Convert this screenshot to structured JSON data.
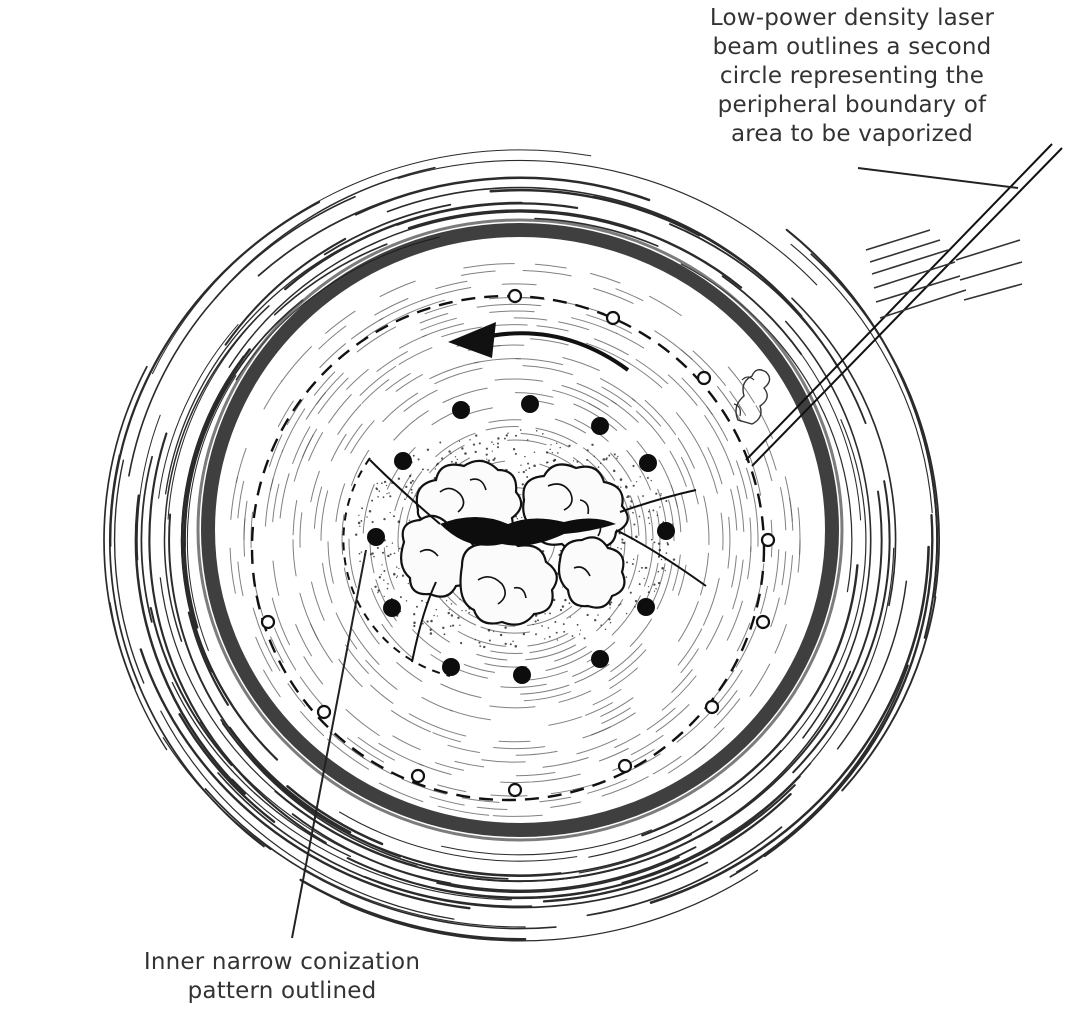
{
  "callouts": {
    "laser_boundary": {
      "lines": [
        "Low-power density laser",
        "beam outlines a second",
        "circle representing the",
        "peripheral boundary of",
        "area to be vaporized"
      ]
    },
    "inner_conization": {
      "lines": [
        "Inner narrow conization",
        "pattern outlined"
      ]
    }
  },
  "colors": {
    "ink": "#1a1a1a",
    "hatch": "#3a3a3a",
    "background": "#ffffff"
  },
  "icons": {
    "rotation_arrow": "curved-arrow-left-icon",
    "laser_probe": "laser-probe-icon",
    "inner_marks": "filled-dot-icon",
    "outer_marks": "hollow-dot-icon"
  }
}
